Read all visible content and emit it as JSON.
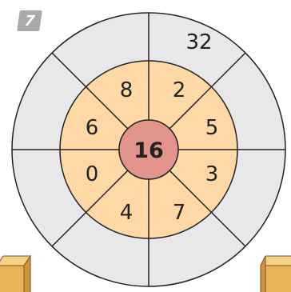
{
  "exercise": {
    "number": "7"
  },
  "colors": {
    "outer_ring": "#e8e8ea",
    "inner_ring": "#ffd8a5",
    "center": "#e3948a",
    "lines": "#222222",
    "box_front": "#e9b35a",
    "box_top": "#f5cf84"
  },
  "wheel": {
    "center_value": "16",
    "inner_values": [
      "2",
      "5",
      "3",
      "7",
      "4",
      "0",
      "6",
      "8"
    ],
    "outer_values": [
      "32",
      "",
      "",
      "",
      "",
      "",
      "",
      ""
    ]
  }
}
